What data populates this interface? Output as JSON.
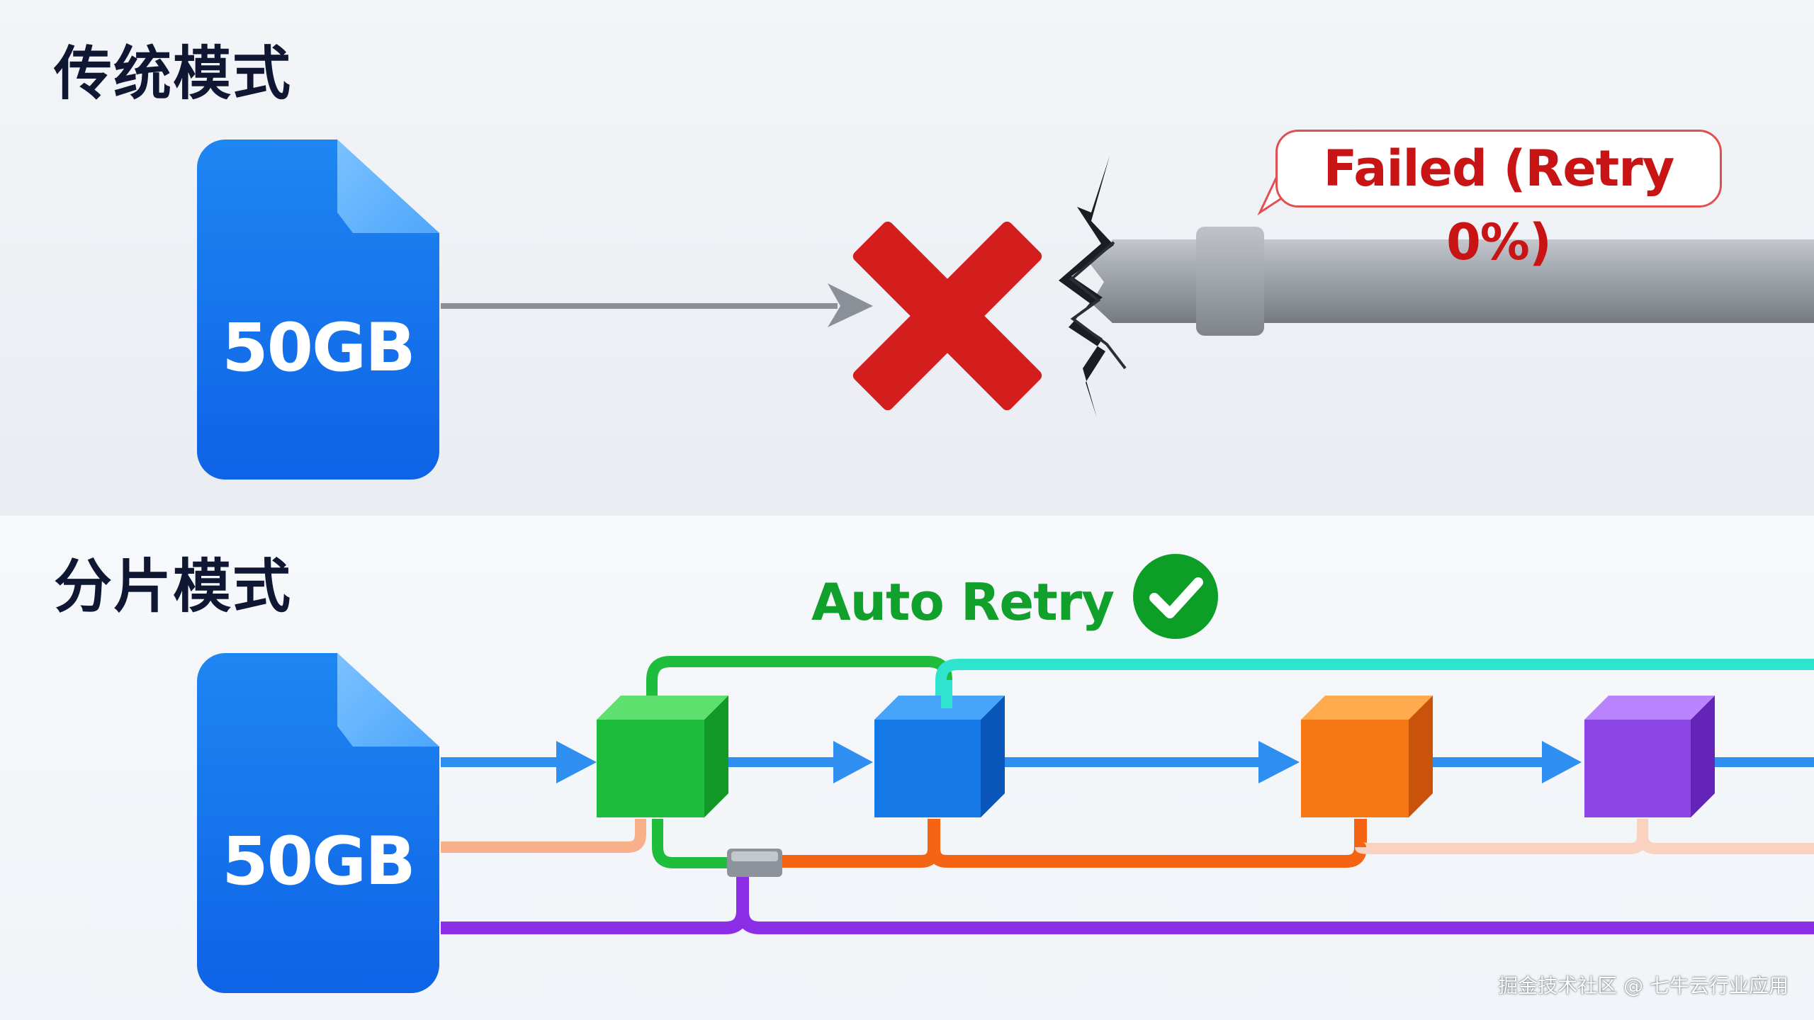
{
  "traditional": {
    "title": "传统模式",
    "file_label": "50GB",
    "status_text": "Failed (Retry 0%)",
    "colors": {
      "file": "#0e63e6",
      "error": "#d41e1e",
      "pipe": "#9aa0a8"
    },
    "icons": [
      "file-icon",
      "cross-icon",
      "broken-pipe-icon"
    ]
  },
  "chunked": {
    "title": "分片模式",
    "file_label": "50GB",
    "retry_label": "Auto Retry",
    "chunk_colors": [
      "#1ebe3c",
      "#1478e6",
      "#f57814",
      "#8c46e6"
    ],
    "icons": [
      "file-icon",
      "check-icon",
      "chunk-cube-icon"
    ]
  },
  "watermark": "掘金技术社区 @ 七牛云行业应用"
}
